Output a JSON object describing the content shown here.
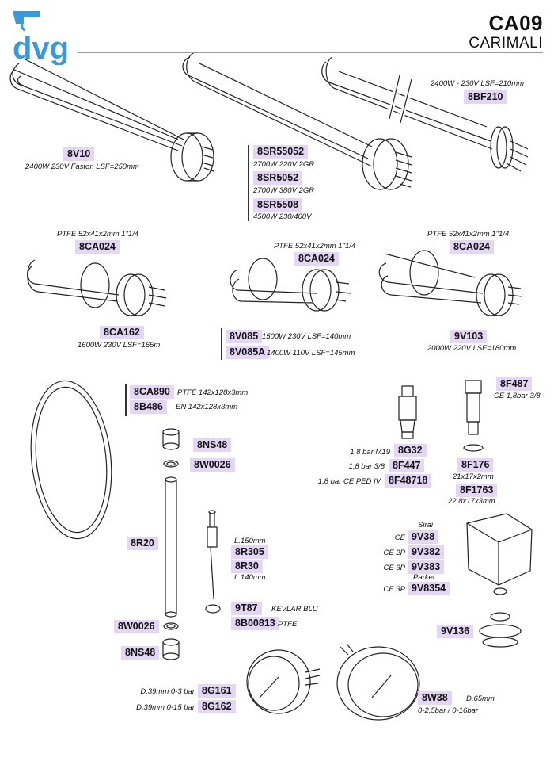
{
  "header": {
    "logo_text": "dvg",
    "code": "CA09",
    "brand": "CARIMALI"
  },
  "parts": {
    "v10": {
      "code": "8V10",
      "desc": "2400W 230V Faston LSF=250mm"
    },
    "sr55052": {
      "code": "8SR55052",
      "desc": "2700W 220V 2GR"
    },
    "sr5052": {
      "code": "8SR5052",
      "desc": "2700W 380V 2GR"
    },
    "sr5508": {
      "code": "8SR5508",
      "desc": "4500W 230/400V"
    },
    "bf210": {
      "code": "8BF210",
      "desc": "2400W - 230V LSF=210mm"
    },
    "ca024_a": {
      "code": "8CA024",
      "desc": "PTFE 52x41x2mm 1\"1/4"
    },
    "ca024_b": {
      "code": "8CA024",
      "desc": "PTFE 52x41x2mm 1\"1/4"
    },
    "ca024_c": {
      "code": "8CA024",
      "desc": "PTFE 52x41x2mm 1\"1/4"
    },
    "ca162": {
      "code": "8CA162",
      "desc": "1600W 230V LSF=165m"
    },
    "v085": {
      "code": "8V085",
      "desc": "1500W 230V LSF=140mm"
    },
    "v085a": {
      "code": "8V085A",
      "desc": "1400W 110V LSF=145mm"
    },
    "v103": {
      "code": "9V103",
      "desc": "2000W 220V LSF=180mm"
    },
    "ca890": {
      "code": "8CA890",
      "desc": "PTFE 142x128x3mm"
    },
    "b486": {
      "code": "8B486",
      "desc": "EN 142x128x3mm"
    },
    "ns48_top": {
      "code": "8NS48"
    },
    "w0026_top": {
      "code": "8W0026"
    },
    "r20": {
      "code": "8R20"
    },
    "w0026_bot": {
      "code": "8W0026"
    },
    "ns48_bot": {
      "code": "8NS48"
    },
    "r305": {
      "code": "8R305",
      "desc": "L.150mm"
    },
    "r30": {
      "code": "8R30",
      "desc": "L.140mm"
    },
    "t87": {
      "code": "9T87",
      "desc": "KEVLAR BLU"
    },
    "b00813": {
      "code": "8B00813",
      "desc": "PTFE"
    },
    "g32": {
      "code": "8G32",
      "desc": "1,8 bar M19"
    },
    "f447": {
      "code": "8F447",
      "desc": "1,8 bar 3/8"
    },
    "f48718": {
      "code": "8F48718",
      "desc": "1,8 bar CE PED IV"
    },
    "f487": {
      "code": "8F487",
      "desc": "CE 1,8bar 3/8"
    },
    "f176": {
      "code": "8F176",
      "desc": "21x17x2mm"
    },
    "f1763": {
      "code": "8F1763",
      "desc": "22,8x17x3mm"
    },
    "sirai_label": "Sirai",
    "v38": {
      "code": "9V38",
      "desc": "CE"
    },
    "v382": {
      "code": "9V382",
      "desc": "CE 2P"
    },
    "v383": {
      "code": "9V383",
      "desc": "CE 3P"
    },
    "parker_label": "Parker",
    "v8354": {
      "code": "9V8354",
      "desc": "CE 3P"
    },
    "v136": {
      "code": "9V136"
    },
    "g161": {
      "code": "8G161",
      "desc": "D.39mm 0-3 bar"
    },
    "g162": {
      "code": "8G162",
      "desc": "D.39mm 0-15 bar"
    },
    "w38": {
      "code": "8W38",
      "desc": "D.65mm",
      "desc2": "0-2,5bar / 0-16bar"
    }
  },
  "colors": {
    "tag_bg": "#e4d6f4",
    "logo_blue": "#3a9ad9"
  }
}
